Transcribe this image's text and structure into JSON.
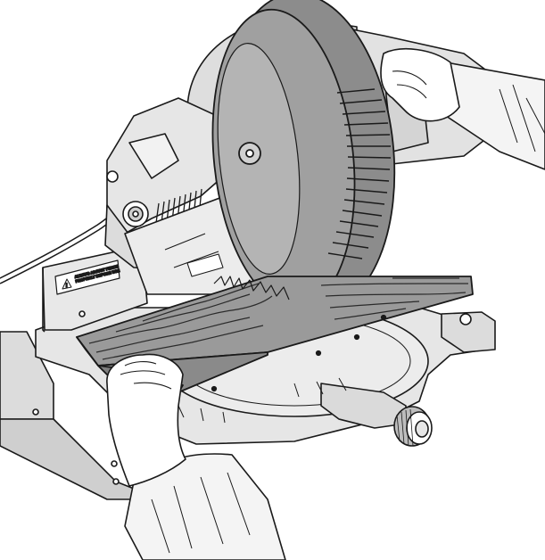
{
  "illustration": {
    "subject": "miter-saw-operation",
    "style": "technical-line-drawing"
  },
  "warning_label": {
    "line1": "ALWAYS ADJUST FENCE",
    "line2": "PROPERLY BEFORE USE",
    "icon": "warning-triangle-icon"
  },
  "colors": {
    "line": "#1a1a1a",
    "metal_light": "#e6e6e6",
    "metal_mid": "#cfcfcf",
    "blade_guard": "#8c8c8c",
    "blade_guard_dark": "#6e6e6e",
    "wood": "#9a9a9a",
    "wood_grain": "#2b2b2b",
    "sleeve": "#f4f4f4",
    "skin": "#ffffff"
  }
}
